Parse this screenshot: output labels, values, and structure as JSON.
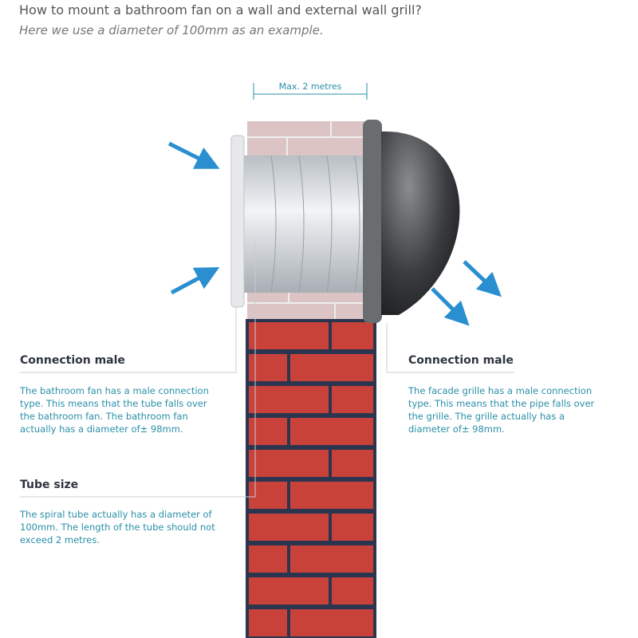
{
  "header": {
    "title": "How to mount a bathroom fan on a wall and external wall grill?",
    "subtitle": "Here we use a diameter of 100mm as an example."
  },
  "diagram": {
    "dimension_label": "Max. 2 metres",
    "callouts": [
      {
        "heading": "Connection male",
        "text": "The bathroom fan has a male connection type. This means that the tube falls over the bathroom fan. The bathroom fan actually has a diameter of± 98mm."
      },
      {
        "heading": "Connection male",
        "text": "The facade grille has a male connection type. This means that the pipe falls over the grille. The grille actually has a diameter of± 98mm."
      },
      {
        "heading": "Tube size",
        "text": "The spiral tube actually has a diameter of 100mm. The length of the tube should not exceed 2 metres."
      }
    ],
    "colors": {
      "accent": "#2a8fa8",
      "brick": "#c9423a",
      "mortar": "#2c3550",
      "arrow": "#2a8fd0"
    }
  }
}
